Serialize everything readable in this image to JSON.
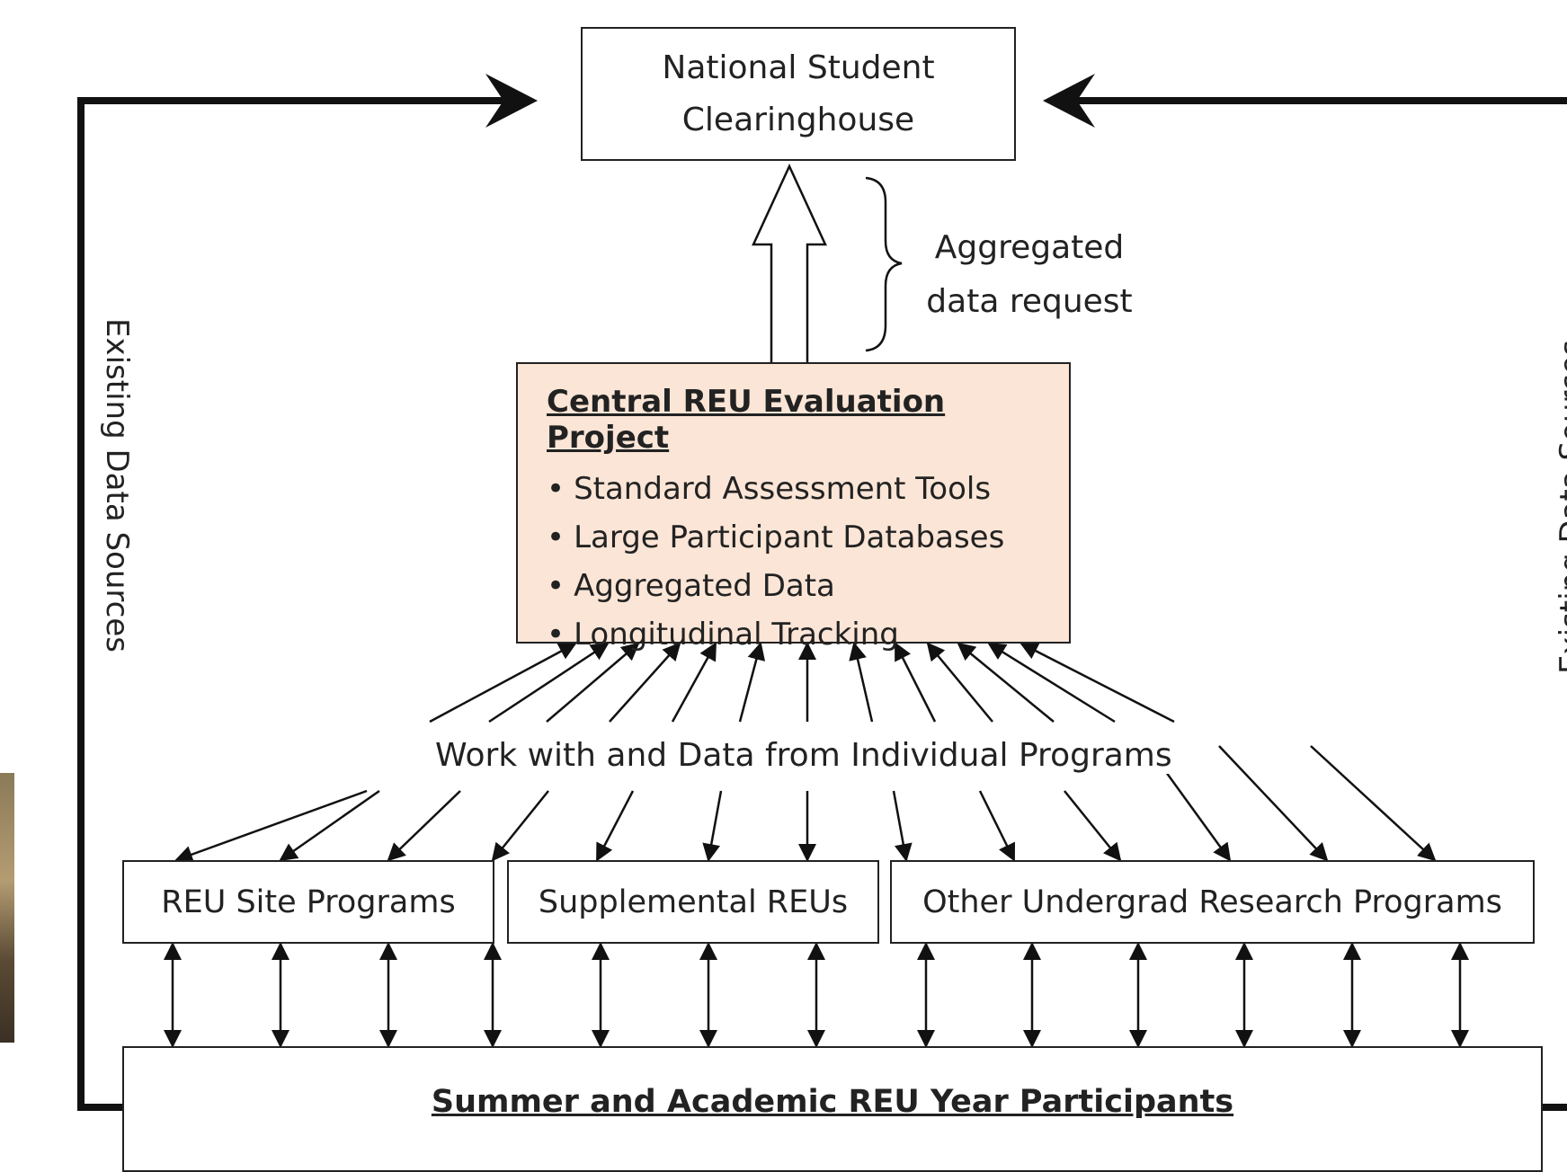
{
  "nodes": {
    "clearinghouse": [
      "National Student",
      "Clearinghouse"
    ],
    "central": {
      "title": "Central REU Evaluation Project",
      "bullets": [
        "Standard Assessment  Tools",
        "Large Participant Databases",
        "Aggregated Data",
        "Longitudinal Tracking"
      ]
    },
    "programs": {
      "site": "REU Site Programs",
      "supplemental": "Supplemental REUs",
      "other": "Other Undergrad Research Programs"
    },
    "participants": "Summer and Academic REU Year Participants"
  },
  "labels": {
    "aggregated_request": "Aggregated data request",
    "work_with": "Work with and Data from Individual Programs",
    "existing_left": "Existing Data Sources",
    "existing_right": "Existing Data Sources"
  }
}
